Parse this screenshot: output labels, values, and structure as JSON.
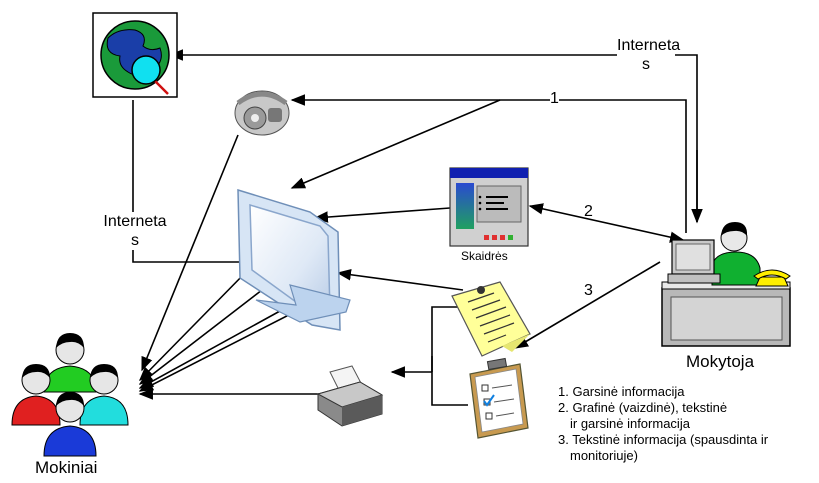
{
  "labels": {
    "internet_top_line1": "Interneta",
    "internet_top_line2": "s",
    "internet_left_line1": "Interneta",
    "internet_left_line2": "s",
    "slides": "Skaidrės",
    "teacher": "Mokytoja",
    "students": "Mokiniai",
    "arrow_1": "1",
    "arrow_2": "2",
    "arrow_3": "3"
  },
  "legend": [
    {
      "num": "1.",
      "line1": "Garsinė informacija",
      "line2": ""
    },
    {
      "num": "2.",
      "line1": "Grafinė (vaizdinė), tekstinė",
      "line2": "ir garsinė informacija"
    },
    {
      "num": "3.",
      "line1": "Tekstinė informacija (spausdinta ir",
      "line2": "monitoriuje)"
    }
  ],
  "icons": [
    "globe-search-icon",
    "cd-player-icon",
    "monitor-icon",
    "slides-window-icon",
    "teacher-computer-icon",
    "telephone-icon",
    "sticky-note-icon",
    "clipboard-checklist-icon",
    "printer-icon",
    "students-group-icon"
  ],
  "colors": {
    "line": "#000000",
    "monitor_frame": "#bcd3ee",
    "globe_sea": "#1a9a3a",
    "globe_land": "#1a3ea8",
    "student_red": "#e02020",
    "student_green": "#22cc22",
    "student_cyan": "#22dddd",
    "student_blue": "#1a3ad8",
    "note_yellow": "#ffff99",
    "phone_yellow": "#ffee00"
  }
}
